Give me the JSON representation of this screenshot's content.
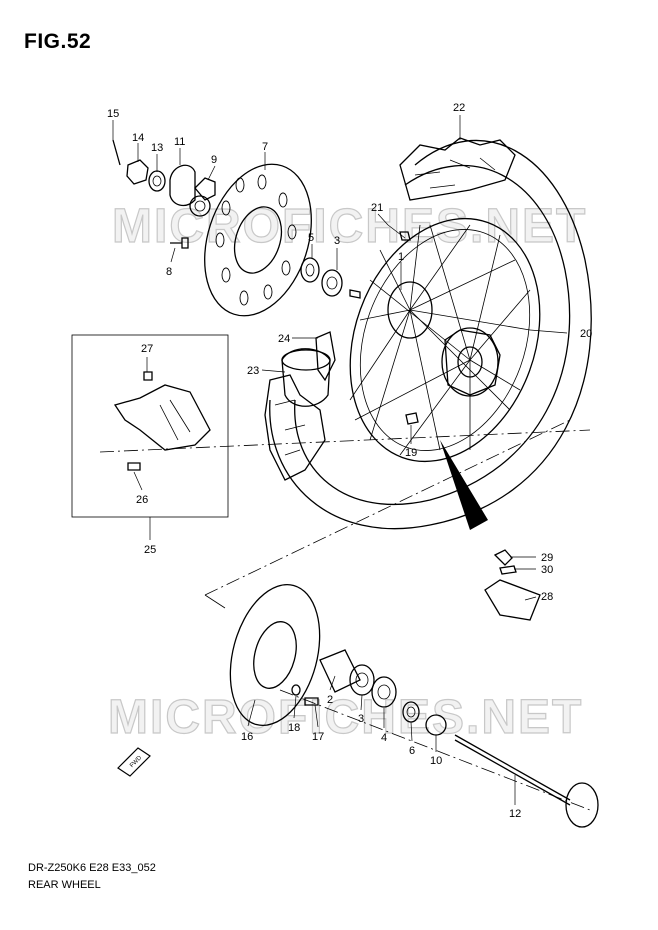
{
  "figure": {
    "title": "FIG.52",
    "code": "DR-Z250K6 E28 E33_052",
    "name": "REAR WHEEL"
  },
  "watermark": "MICROFICHES.NET",
  "fwd_label": "FWD",
  "icons": [
    "fwd-arrow-icon"
  ],
  "callouts": [
    {
      "id": "1",
      "text": "1"
    },
    {
      "id": "2",
      "text": "2"
    },
    {
      "id": "3a",
      "text": "3"
    },
    {
      "id": "3b",
      "text": "3"
    },
    {
      "id": "4",
      "text": "4"
    },
    {
      "id": "5",
      "text": "5"
    },
    {
      "id": "6",
      "text": "6"
    },
    {
      "id": "7",
      "text": "7"
    },
    {
      "id": "8",
      "text": "8"
    },
    {
      "id": "9",
      "text": "9"
    },
    {
      "id": "10",
      "text": "10"
    },
    {
      "id": "11",
      "text": "11"
    },
    {
      "id": "12",
      "text": "12"
    },
    {
      "id": "13",
      "text": "13"
    },
    {
      "id": "14",
      "text": "14"
    },
    {
      "id": "15",
      "text": "15"
    },
    {
      "id": "16",
      "text": "16"
    },
    {
      "id": "17",
      "text": "17"
    },
    {
      "id": "18",
      "text": "18"
    },
    {
      "id": "19",
      "text": "19"
    },
    {
      "id": "20",
      "text": "20"
    },
    {
      "id": "21",
      "text": "21"
    },
    {
      "id": "22",
      "text": "22"
    },
    {
      "id": "23",
      "text": "23"
    },
    {
      "id": "24",
      "text": "24"
    },
    {
      "id": "25",
      "text": "25"
    },
    {
      "id": "26",
      "text": "26"
    },
    {
      "id": "27",
      "text": "27"
    },
    {
      "id": "28",
      "text": "28"
    },
    {
      "id": "29",
      "text": "29"
    },
    {
      "id": "30",
      "text": "30"
    }
  ]
}
